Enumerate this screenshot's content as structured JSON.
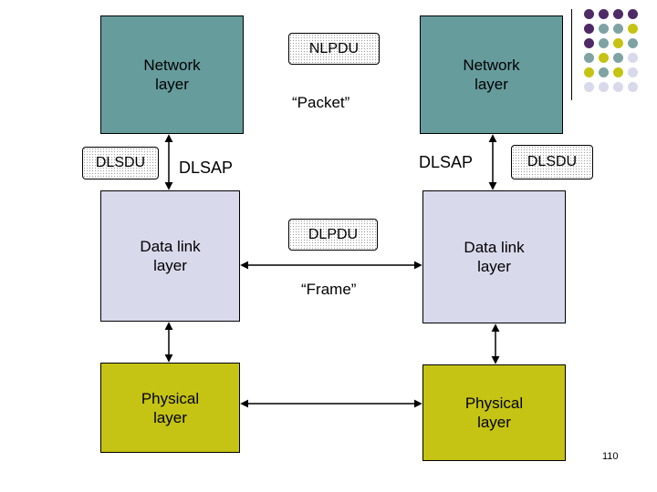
{
  "left_stack": {
    "network_layer": "Network\nlayer",
    "data_link_layer": "Data link\nlayer",
    "physical_layer": "Physical\nlayer",
    "dlsdu": "DLSDU",
    "dlsap": "DLSAP"
  },
  "right_stack": {
    "network_layer": "Network\nlayer",
    "data_link_layer": "Data link\nlayer",
    "physical_layer": "Physical\nlayer",
    "dlsdu": "DLSDU",
    "dlsap": "DLSAP"
  },
  "center": {
    "nlpdu": "NLPDU",
    "packet": "“Packet”",
    "dlpdu": "DLPDU",
    "frame": "“Frame”"
  },
  "colors": {
    "network": "#679c9d",
    "data_link": "#d9d9ec",
    "physical": "#c5c313",
    "dot_purple": "#4e2a66",
    "dot_teal": "#7fa3a3",
    "dot_olive": "#c5c313",
    "dot_lavender": "#d9d9ec"
  },
  "page_number": "110"
}
